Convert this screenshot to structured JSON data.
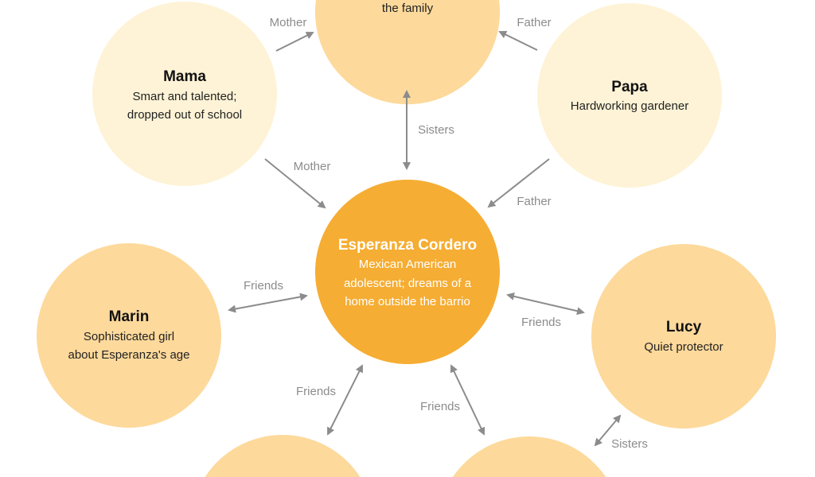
{
  "colors": {
    "center": "#F5AD33",
    "pale": "#FEF3D6",
    "peach": "#FDD99B",
    "arrow": "#8C8C8C"
  },
  "nodes": {
    "top": {
      "desc2": "the family"
    },
    "mama": {
      "name": "Mama",
      "desc1": "Smart and talented;",
      "desc2": "dropped out of school"
    },
    "papa": {
      "name": "Papa",
      "desc1": "Hardworking gardener"
    },
    "center": {
      "name": "Esperanza Cordero",
      "desc1": "Mexican American",
      "desc2": "adolescent; dreams of a",
      "desc3": "home outside the barrio"
    },
    "marin": {
      "name": "Marin",
      "desc1": "Sophisticated girl",
      "desc2": "about Esperanza's age"
    },
    "lucy": {
      "name": "Lucy",
      "desc1": "Quiet protector"
    }
  },
  "relations": {
    "mother_top": "Mother",
    "father_top": "Father",
    "sisters_top": "Sisters",
    "mother_center": "Mother",
    "father_center": "Father",
    "friends_marin": "Friends",
    "friends_lucy": "Friends",
    "friends_bl": "Friends",
    "friends_br": "Friends",
    "sisters_lucy": "Sisters"
  }
}
